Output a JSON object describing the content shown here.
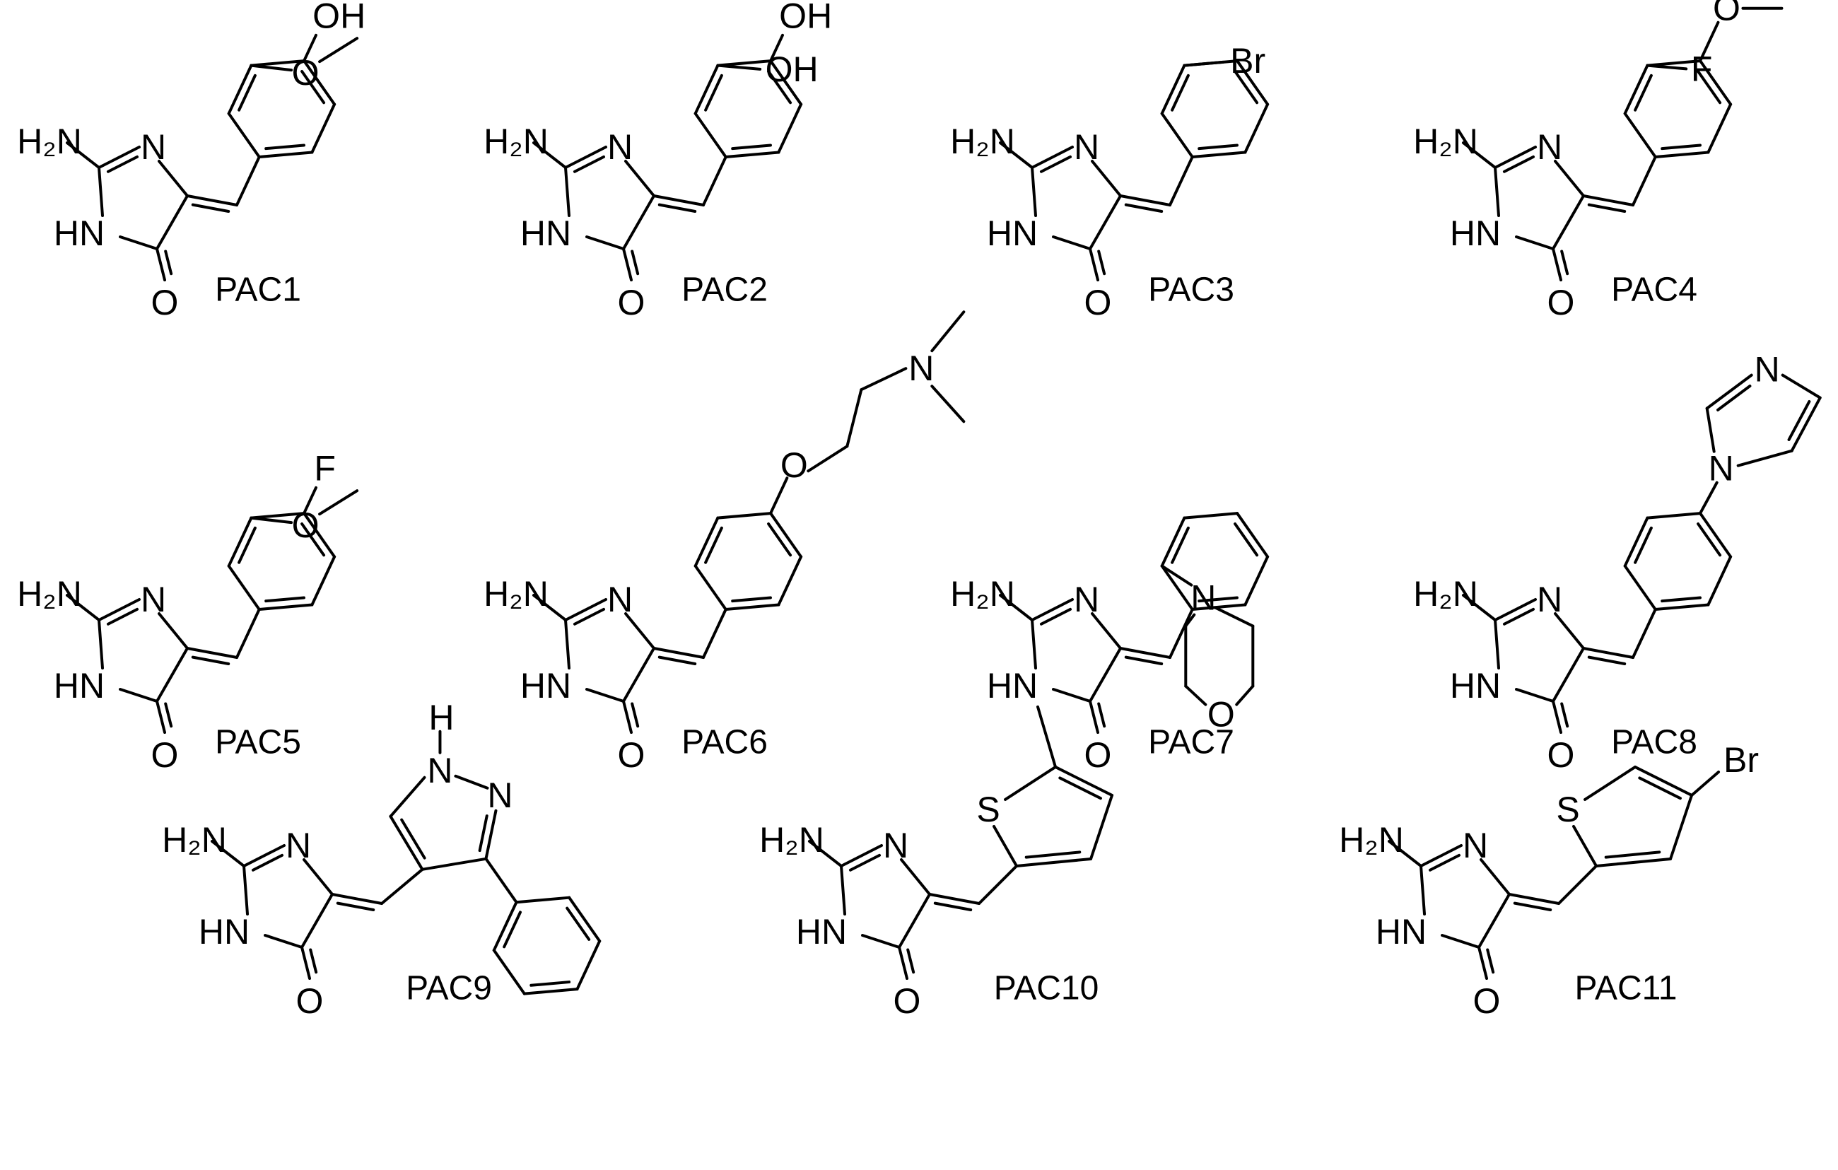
{
  "figure": {
    "background": "#ffffff",
    "ink": "#000000",
    "compounds": [
      {
        "label": "PAC1",
        "substituents": [
          {
            "text": "OH"
          },
          {
            "text": "O"
          }
        ]
      },
      {
        "label": "PAC2",
        "substituents": [
          {
            "text": "OH"
          },
          {
            "text": "OH"
          }
        ]
      },
      {
        "label": "PAC3",
        "substituents": [
          {
            "text": "Br"
          }
        ]
      },
      {
        "label": "PAC4",
        "substituents": [
          {
            "text": "O"
          },
          {
            "text": "F"
          }
        ]
      },
      {
        "label": "PAC5",
        "substituents": [
          {
            "text": "F"
          },
          {
            "text": "O"
          }
        ]
      },
      {
        "label": "PAC6",
        "substituents": [
          {
            "text": "O"
          },
          {
            "text": "N"
          }
        ]
      },
      {
        "label": "PAC7",
        "substituents": [
          {
            "text": "N"
          },
          {
            "text": "O"
          }
        ]
      },
      {
        "label": "PAC8",
        "substituents": [
          {
            "text": "N"
          },
          {
            "text": "N"
          }
        ]
      },
      {
        "label": "PAC9",
        "substituents": [
          {
            "text": "H"
          },
          {
            "text": "N"
          },
          {
            "text": "N"
          }
        ]
      },
      {
        "label": "PAC10",
        "substituents": [
          {
            "text": "S"
          }
        ]
      },
      {
        "label": "PAC11",
        "substituents": [
          {
            "text": "S"
          },
          {
            "text": "Br"
          }
        ]
      }
    ],
    "core_atoms": {
      "amine": "H₂N",
      "ring_n": "N",
      "ring_nh": "HN",
      "carbonyl_o": "O"
    }
  }
}
